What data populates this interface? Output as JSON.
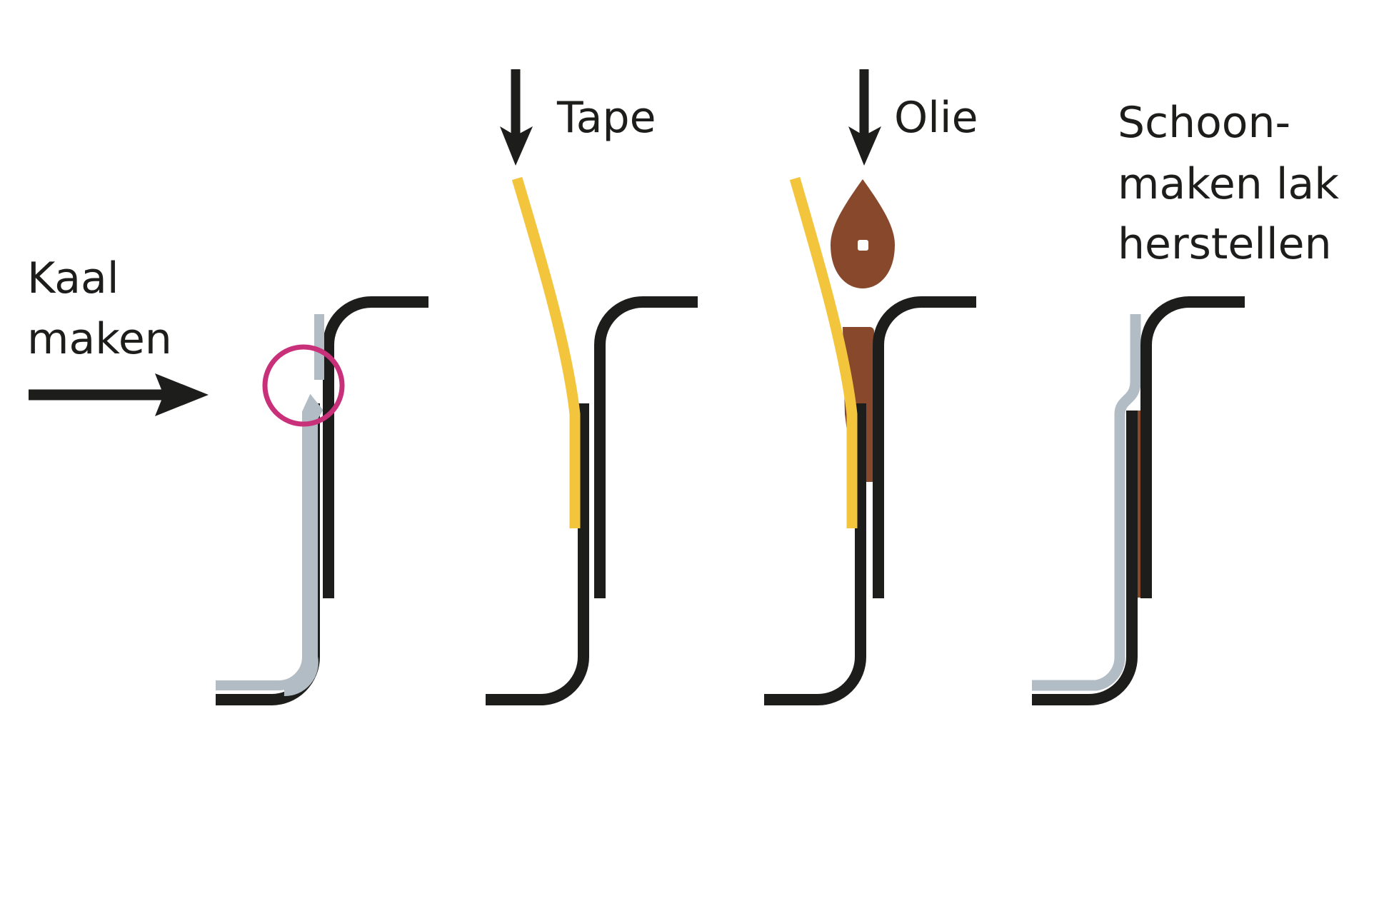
{
  "colors": {
    "ink": "#1d1d1b",
    "paint_layer": "#b1bcc4",
    "tape": "#f2c53d",
    "oil": "#87482c",
    "highlight_circle": "#c8307a",
    "background": "#ffffff"
  },
  "icons": {
    "arrow_horizontal": "arrow-right-icon",
    "arrow_down": "arrow-down-icon",
    "oil_drop": "drop-icon",
    "highlight": "circle-outline-icon"
  },
  "steps": [
    {
      "id": "kaal-maken",
      "label_lines": [
        "Kaal",
        "maken"
      ]
    },
    {
      "id": "tape",
      "label_lines": [
        "Tape"
      ]
    },
    {
      "id": "olie",
      "label_lines": [
        "Olie"
      ]
    },
    {
      "id": "schoonmaken",
      "label_lines": [
        "Schoon-",
        "maken lak",
        "herstellen"
      ]
    }
  ]
}
